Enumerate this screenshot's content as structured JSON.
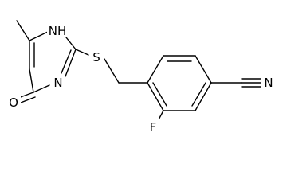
{
  "molecule": {
    "atoms": {
      "nh": "NH",
      "n": "N",
      "o": "O",
      "s": "S",
      "f": "F",
      "n_nitrile": "N"
    }
  }
}
